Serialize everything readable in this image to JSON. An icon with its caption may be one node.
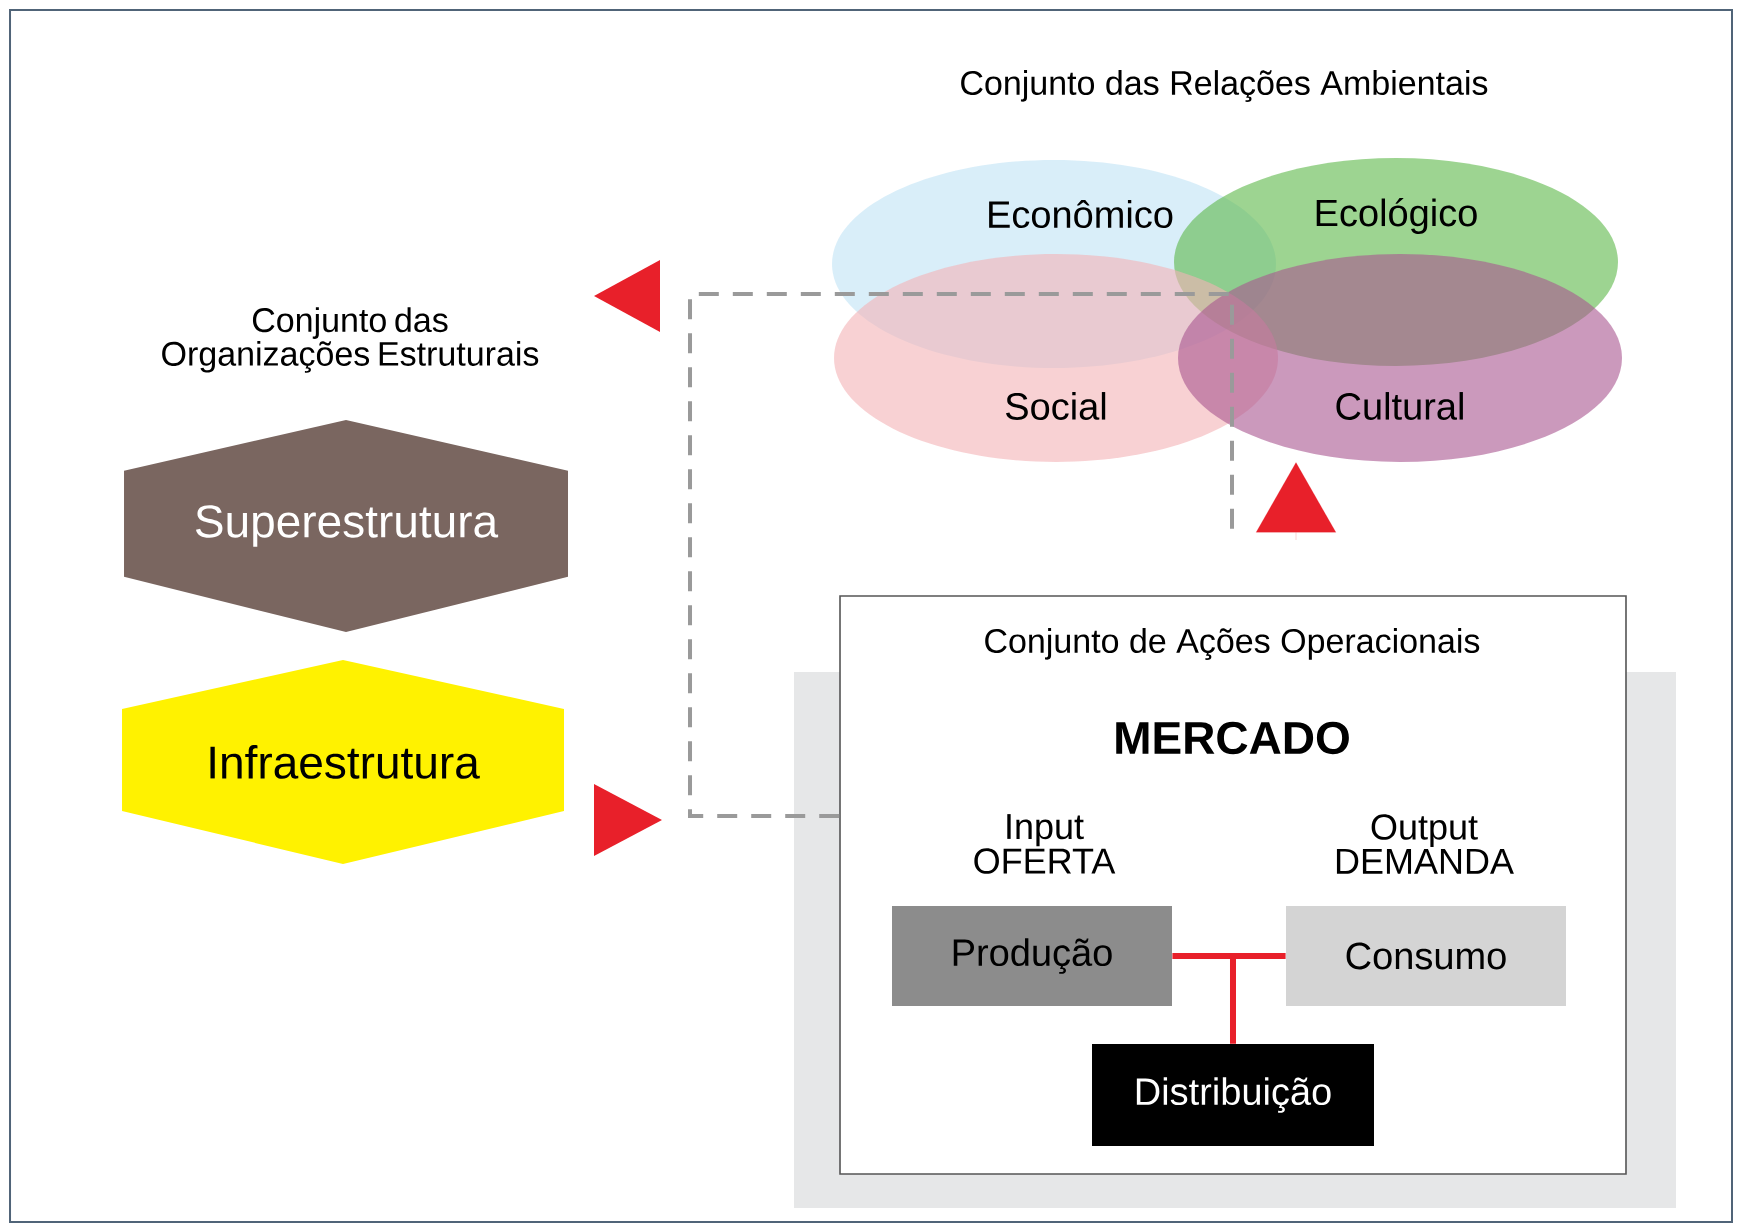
{
  "diagram": {
    "nodes": [
      {
        "text": [
          "Econômico"
        ]
      },
      {
        "text": [
          "Ecológico"
        ]
      },
      {
        "text": [
          "Social"
        ]
      },
      {
        "text": [
          "Cultural"
        ]
      },
      {
        "text": [
          "Superestrutura"
        ]
      },
      {
        "text": [
          "Infraestrutura"
        ]
      },
      {
        "text": [
          "Conjunto de Ações Operacionais",
          "MERCADO"
        ]
      },
      {
        "text": [
          "Produção"
        ],
        "in": 6,
        "beside": [
          "Input OFERTA"
        ]
      },
      {
        "text": [
          "Consumo"
        ],
        "in": 6,
        "beside": [
          "Output DEMANDA"
        ]
      },
      {
        "text": [
          "Distribuição"
        ],
        "in": 6
      }
    ],
    "edges": [
      {
        "from": 9,
        "to": 7,
        "arrow": "none"
      },
      {
        "from": 9,
        "to": 8,
        "arrow": "none"
      },
      {
        "from": 6,
        "to": null,
        "arrow": "none",
        "style": "dashed",
        "color": "#9a9a9a"
      },
      {
        "from": null,
        "to": 3,
        "arrow": "to"
      }
    ],
    "labels": [
      "Conjunto das Relações Ambientais",
      "Conjunto das Organizações Estruturais"
    ]
  }
}
